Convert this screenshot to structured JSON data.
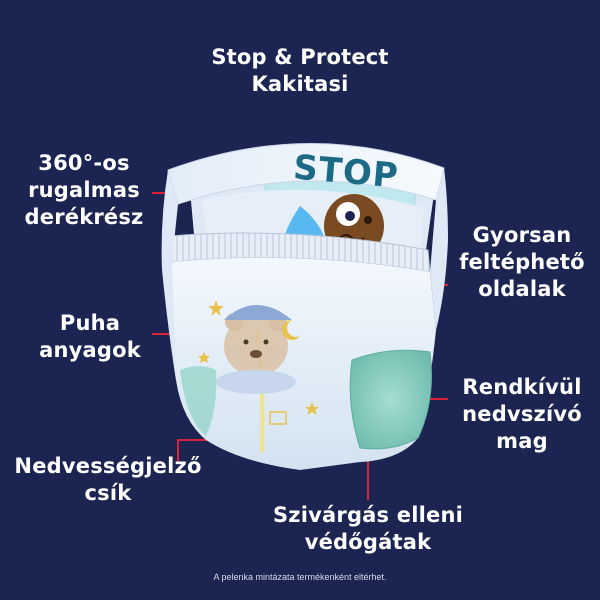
{
  "callouts": {
    "stop_protect": "Stop & Protect\nKakitasi",
    "waistband": "360°-os\nrugalmas\nderékrész",
    "tear_sides": "Gyorsan\nfeltéphető\noldalak",
    "soft_materials": "Puha\nanyagok",
    "absorbent_core": "Rendkívül\nnedvszívó\nmag",
    "wetness_indicator": "Nedvességjelző\ncsík",
    "leak_guards": "Szivárgás elleni\nvédőgátak"
  },
  "product": {
    "barrier_text": "STOP"
  },
  "footnote": "A pelenka mintázata termékenként eltérhet.",
  "colors": {
    "background": "#1c2452",
    "label_text": "#ffffff",
    "callout_line": "#d9233c",
    "diaper_base": "#e9f2fb",
    "barrier_panel": "#bfe9ee",
    "core_green": "#7fcbbd"
  }
}
